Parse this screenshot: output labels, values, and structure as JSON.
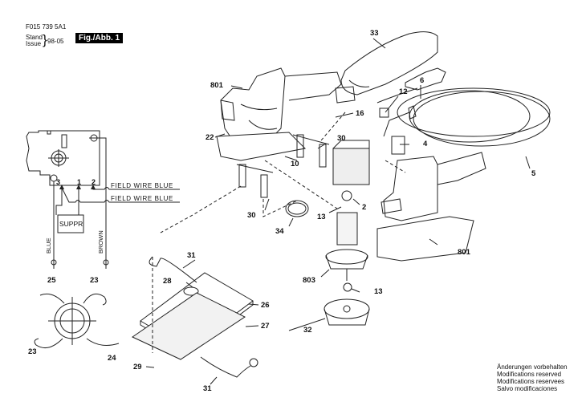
{
  "header": {
    "part_number": "F015 739 5A1",
    "stand_label": "Stand",
    "issue_label": "Issue",
    "issue_value": "98-05",
    "figure_label": "Fig./Abb. 1"
  },
  "wiring": {
    "terminals": [
      "3",
      "1",
      "2"
    ],
    "field_wire_1": "FIELD WIRE BLUE",
    "field_wire_2": "FIELD WIRE BLUE",
    "suppressor": "SUPPR",
    "wire_left": "BLUE",
    "wire_right": "BROWN"
  },
  "callouts": [
    {
      "id": "33",
      "part": "cover"
    },
    {
      "id": "801",
      "part": "housing-upper"
    },
    {
      "id": "6",
      "part": "cable-grommet"
    },
    {
      "id": "12",
      "part": "connector"
    },
    {
      "id": "16",
      "part": "connector-plug"
    },
    {
      "id": "22",
      "part": "screw"
    },
    {
      "id": "30",
      "part": "bearing-support-upper"
    },
    {
      "id": "4",
      "part": "switch"
    },
    {
      "id": "10",
      "part": "clip"
    },
    {
      "id": "5",
      "part": "power-cord"
    },
    {
      "id": "2",
      "part": "field"
    },
    {
      "id": "30",
      "part": "bearing-support-lower"
    },
    {
      "id": "13",
      "part": "bearing-upper"
    },
    {
      "id": "34",
      "part": "ring"
    },
    {
      "id": "801",
      "part": "housing-lower"
    },
    {
      "id": "31",
      "part": "clamp-spring-upper"
    },
    {
      "id": "25",
      "part": "brush-lead"
    },
    {
      "id": "23",
      "part": "spring-upper"
    },
    {
      "id": "28",
      "part": "bearing"
    },
    {
      "id": "803",
      "part": "armature"
    },
    {
      "id": "13",
      "part": "bearing-lower"
    },
    {
      "id": "26",
      "part": "pad-base"
    },
    {
      "id": "27",
      "part": "sanding-plate"
    },
    {
      "id": "32",
      "part": "fan"
    },
    {
      "id": "23",
      "part": "spring-lower"
    },
    {
      "id": "24",
      "part": "brush-lead-2"
    },
    {
      "id": "29",
      "part": "pad-screw"
    },
    {
      "id": "31",
      "part": "clamp-spring-lower"
    }
  ],
  "notes": [
    "Änderungen vorbehalten",
    "Modifications reserved",
    "Modifications reservees",
    "Salvo modificaciones"
  ]
}
